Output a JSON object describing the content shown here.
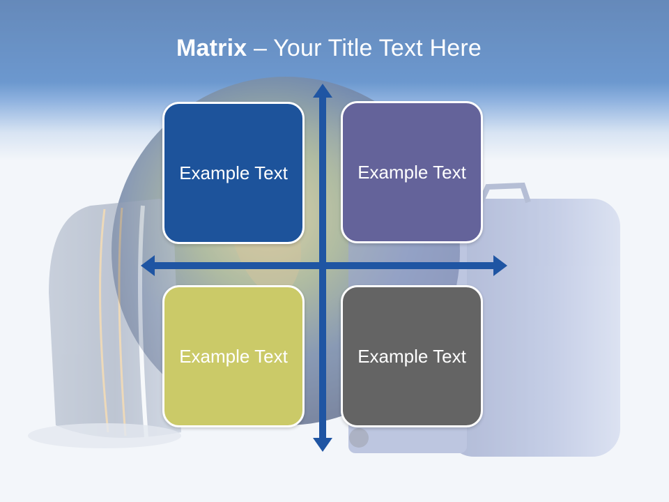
{
  "title": {
    "bold": "Matrix",
    "rest": " – Your Title Text Here"
  },
  "quadrants": [
    {
      "label": "Example Text",
      "color": "#1d539b"
    },
    {
      "label": "Example Text",
      "color": "#64639a"
    },
    {
      "label": "Example Text",
      "color": "#cbca68"
    },
    {
      "label": "Example Text",
      "color": "#646464"
    }
  ],
  "colors": {
    "header": "#2466b8",
    "axis": "#1f55a3",
    "background": "#f3f6fa"
  }
}
